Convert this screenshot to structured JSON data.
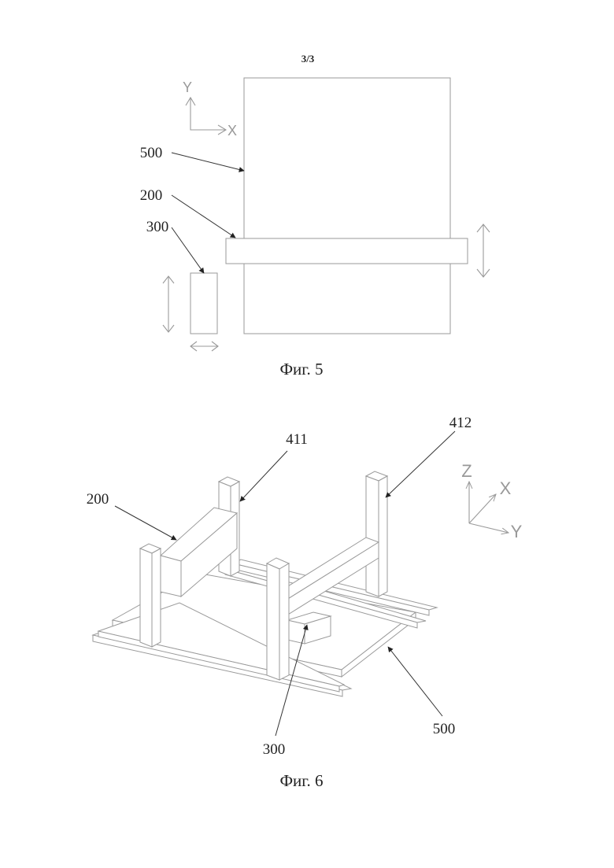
{
  "sheet": {
    "page_number": "3/3"
  },
  "fig5": {
    "caption": "Фиг. 5",
    "axes": {
      "y": "Y",
      "x": "X"
    },
    "labels": {
      "l500": "500",
      "l200": "200",
      "l300": "300"
    }
  },
  "fig6": {
    "caption": "Фиг. 6",
    "axes": {
      "z": "Z",
      "x": "X",
      "y": "Y"
    },
    "labels": {
      "l411": "411",
      "l412": "412",
      "l200": "200",
      "l300": "300",
      "l500": "500"
    }
  }
}
